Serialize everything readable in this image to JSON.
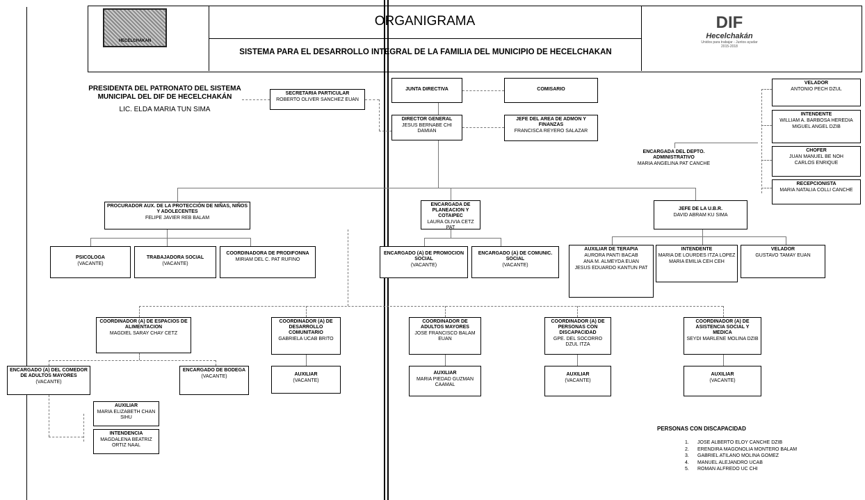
{
  "header": {
    "title": "ORGANIGRAMA",
    "subtitle": "SISTEMA PARA EL DESARROLLO INTEGRAL DE LA FAMILIA DEL MUNICIPIO DE HECELCHAKAN",
    "left_logo_text": "HECELCHAKAN",
    "right_logo_main": "DIF",
    "right_logo_sub": "Hecelchakán",
    "right_logo_small": "Unidos para trabajar - Juntos ayudar 2015-2018"
  },
  "president": {
    "title": "PRESIDENTA DEL PATRONATO DEL SISTEMA MUNICIPAL DEL DIF DE HECELCHAKÁN",
    "name": "LIC. ELDA MARIA TUN SIMA"
  },
  "secretaria": {
    "title": "SECRETARIA PARTICULAR",
    "name": "ROBERTO OLIVER SANCHEZ EUAN"
  },
  "junta": {
    "title": "JUNTA DIRECTIVA"
  },
  "comisario": {
    "title": "COMISARIO"
  },
  "director": {
    "title": "DIRECTOR GENERAL",
    "name": "JESUS BERNABE CHI DAMIAN"
  },
  "admon": {
    "title": "JEFE DEL AREA DE ADMON Y FINANZAS",
    "name": "FRANCISCA REYERO SALAZAR"
  },
  "encargada_admin": {
    "title": "ENCARGADA DEL DEPTO. ADMINISTRATIVO",
    "name": "MARIA ANGELINA PAT CANCHE"
  },
  "right_staff": [
    {
      "title": "VELADOR",
      "names": [
        "ANTONIO PECH DZUL"
      ]
    },
    {
      "title": "INTENDENTE",
      "names": [
        "WILLIAM A. BARBOSA HEREDIA",
        "MIGUEL ANGEL DZIB"
      ]
    },
    {
      "title": "CHOFER",
      "names": [
        "JUAN MANUEL BE NOH",
        "CARLOS ENRIQUE"
      ]
    },
    {
      "title": "RECEPCIONISTA",
      "names": [
        "MARIA NATALIA COLLI CANCHE"
      ]
    }
  ],
  "procurador": {
    "title": "PROCURADOR AUX. DE LA PROTECCIÓN DE NIÑAS, NIÑOS Y ADOLECENTES",
    "name": "FELIPE JAVIER REB BALAM"
  },
  "planeacion": {
    "title": "ENCARGADA DE PLANEACION Y COTAIPEC",
    "name": "LAURA OLIVIA CETZ PAT"
  },
  "ubr": {
    "title": "JEFE DE LA U.B.R.",
    "name": "DAVID ABRAM KU SIMA"
  },
  "psicologa": {
    "title": "PSICOLOGA",
    "name": "(VACANTE)"
  },
  "trabajadora": {
    "title": "TRABAJADORA SOCIAL",
    "name": "(VACANTE)"
  },
  "prodifonna": {
    "title": "COORDINADORA DE PRODIFONNA",
    "name": "MIRIAM DEL C. PAT RUFINO"
  },
  "promocion": {
    "title": "ENCARGADO (A) DE PROMOCION SOCIAL",
    "name": "(VACANTE)"
  },
  "comunic": {
    "title": "ENCARGADO (A) DE COMUNIC. SOCIAL",
    "name": "(VACANTE)"
  },
  "terapia": {
    "title": "AUXILIAR DE TERAPIA",
    "names": [
      "AURORA PANTI BACAB",
      "ANA M. ALMEYDA EUAN",
      "JESUS EDUARDO KANTUN PAT"
    ]
  },
  "intendente_ubr": {
    "title": "INTENDENTE",
    "names": [
      "MARIA DE LOURDES ITZA LOPEZ",
      "MARIA EMILIA CEH CEH"
    ]
  },
  "velador_ubr": {
    "title": "VELADOR",
    "name": "GUSTAVO TAMAY EUAN"
  },
  "coord_alim": {
    "title": "COORDINADOR (A) DE ESPACIOS DE ALIMENTACION",
    "name": "MAGDIEL SARAY CHAY CETZ"
  },
  "coord_desarrollo": {
    "title": "COORDINADOR (A) DE DESARROLLO COMUNITARIO",
    "name": "GABRIELA UCAB BRITO"
  },
  "coord_adultos": {
    "title": "COORDINADOR DE ADULTOS MAYORES",
    "name": "JOSE FRANCISCO BALAM EUAN"
  },
  "coord_discap": {
    "title": "COORDINADOR (A) DE PERSONAS CON DISCAPACIDAD",
    "name": "GPE. DEL SOCORRO DZUL ITZA"
  },
  "coord_asist": {
    "title": "COORDINADOR (A) DE ASISTENCIA SOCIAL Y MEDICA",
    "name": "SEYDI MARLENE MOLINA DZIB"
  },
  "comedor": {
    "title": "ENCARGADO (A) DEL COMEDOR DE ADULTOS MAYORES",
    "name": "(VACANTE)"
  },
  "bodega": {
    "title": "ENCARGADO DE BODEGA",
    "name": "(VACANTE)"
  },
  "aux_desarrollo": {
    "title": "AUXILIAR",
    "name": "(VACANTE)"
  },
  "aux_adultos": {
    "title": "AUXILIAR",
    "name": "MARIA PIEDAD GUZMAN CAAMAL"
  },
  "aux_discap": {
    "title": "AUXILIAR",
    "name": "(VACANTE)"
  },
  "aux_asist": {
    "title": "AUXILIAR",
    "name": "(VACANTE)"
  },
  "aux_alim": {
    "title": "AUXILIAR",
    "name": "MARIA ELIZABETH CHAN SIHU"
  },
  "intendencia": {
    "title": "INTENDENCIA",
    "name": "MAGDALENA BEATRIZ ORTIZ NAAL"
  },
  "discapacidad": {
    "title": "PERSONAS CON DISCAPACIDAD",
    "items": [
      {
        "num": "1.",
        "name": "JOSE ALBERTO ELOY CANCHE DZIB"
      },
      {
        "num": "2.",
        "name": "ERENDIRA MAGONOLIA MONTERO BALAM"
      },
      {
        "num": "3.",
        "name": "GABRIEL ATILANO MOLINA GOMEZ"
      },
      {
        "num": "4.",
        "name": "MANUEL ALEJANDRO UCAB"
      },
      {
        "num": "5.",
        "name": "ROMAN ALFREDO UC CHI"
      }
    ]
  }
}
